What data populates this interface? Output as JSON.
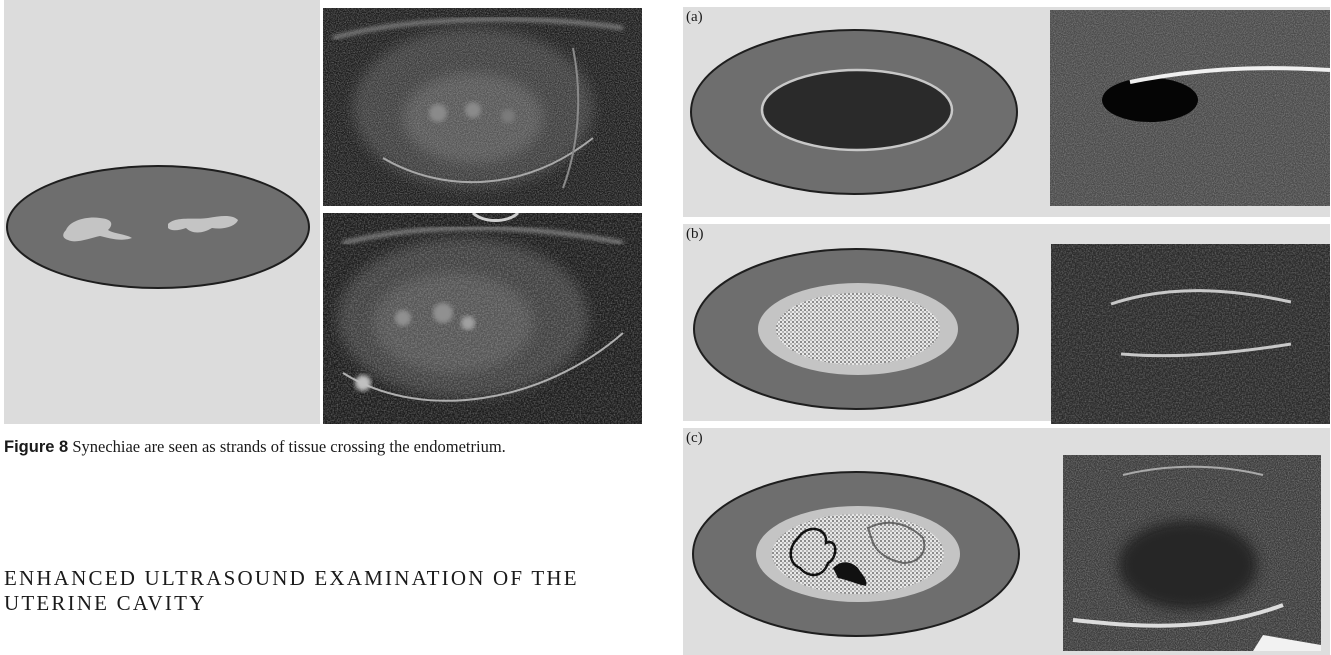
{
  "figure8": {
    "caption_label": "Figure 8",
    "caption_text": " Synechiae are seen as strands of tissue crossing the endometrium."
  },
  "section": {
    "heading": "ENHANCED ULTRASOUND EXAMINATION OF THE UTERINE CAVITY"
  },
  "right_figure": {
    "panels": [
      {
        "letter": "(a)"
      },
      {
        "letter": "(b)"
      },
      {
        "letter": "(c)"
      }
    ]
  },
  "colors": {
    "panel_bg": "#dcdcdc",
    "uterus_wall": "#6e6e6e",
    "cavity_dark": "#2a2a2a",
    "endometrium_light": "#c4c4c4",
    "ultrasound_bg": "#181818"
  }
}
